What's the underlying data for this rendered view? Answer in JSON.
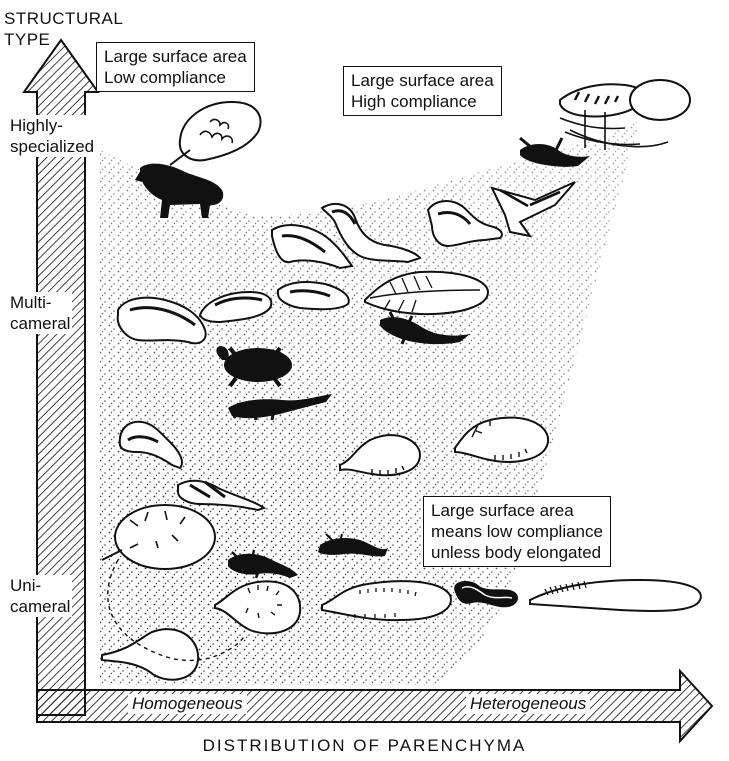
{
  "y_axis": {
    "title_line1": "STRUCTURAL",
    "title_line2": "TYPE",
    "levels": [
      {
        "line1": "Highly-",
        "line2": "specialized"
      },
      {
        "line1": "Multi-",
        "line2": "cameral"
      },
      {
        "line1": "Uni-",
        "line2": "cameral"
      }
    ]
  },
  "x_axis": {
    "title": "DISTRIBUTION OF PARENCHYMA",
    "left_label": "Homogeneous",
    "right_label": "Heterogeneous"
  },
  "annotations": [
    {
      "line1": "Large surface area",
      "line2": "Low compliance"
    },
    {
      "line1": "Large surface area",
      "line2": "High compliance"
    },
    {
      "line1": "Large surface area",
      "line2": "means low compliance",
      "line3": "unless body elongated"
    }
  ],
  "icons": [
    "horse-icon",
    "mammal-lung-icon",
    "bird-lung-icon",
    "bird-icon",
    "pterosaur-icon",
    "dinosaur-icon",
    "sauropod-icon",
    "crocodilian-icon",
    "turtle-icon",
    "lizard-icon",
    "snake-icon",
    "salamander-icon",
    "amphibian-lung-icon",
    "reptile-lung-icon"
  ]
}
